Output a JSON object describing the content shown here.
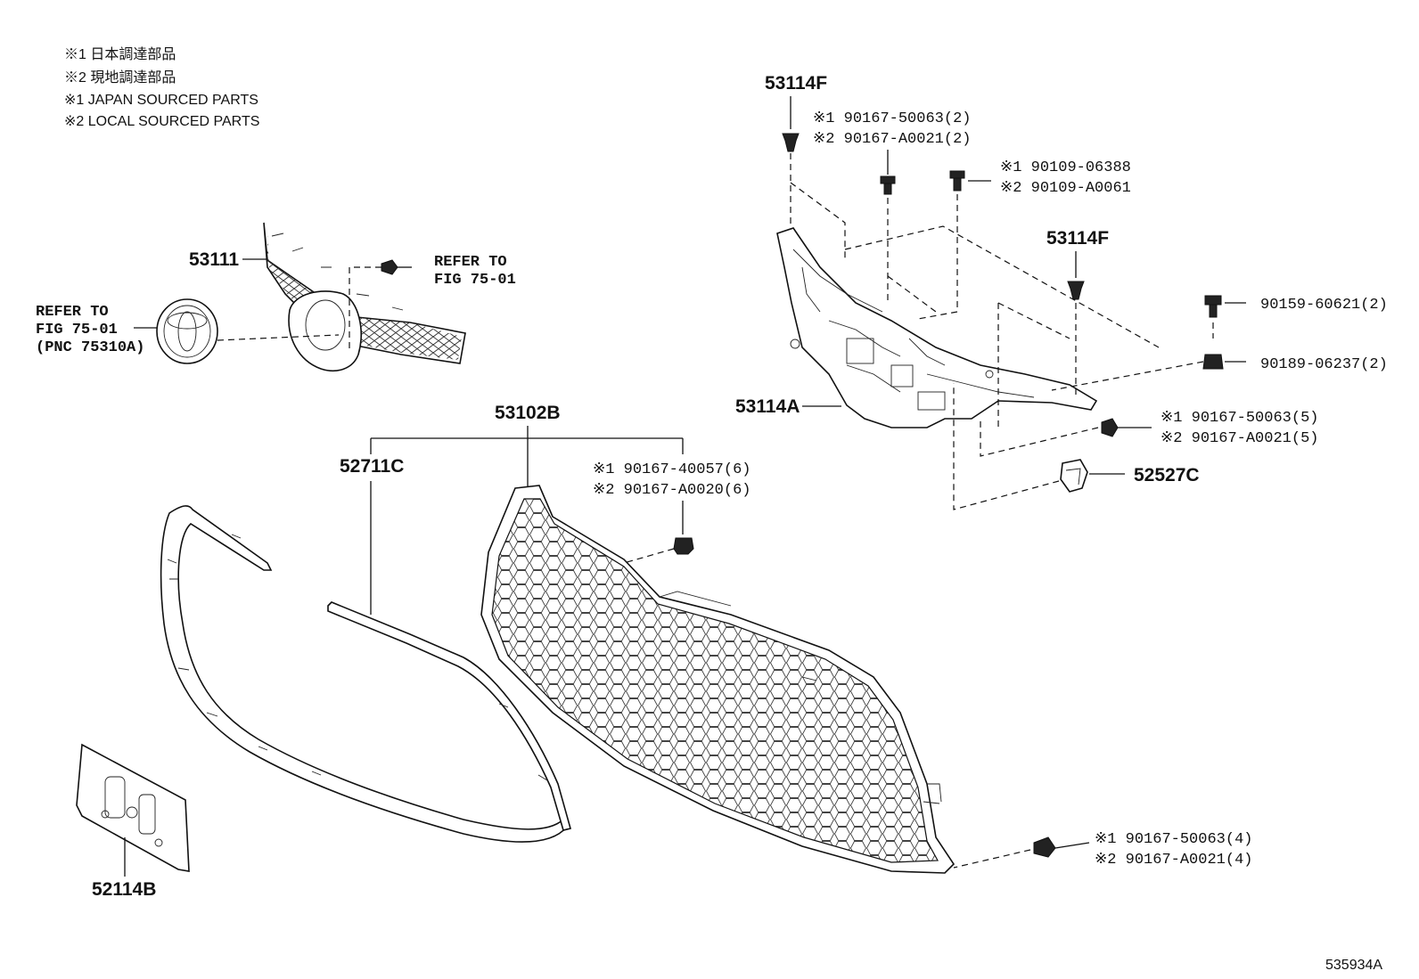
{
  "legend": {
    "line1": "※1 日本調達部品",
    "line2": "※2 現地調達部品",
    "line3": "※1 JAPAN SOURCED PARTS",
    "line4": "※2 LOCAL SOURCED PARTS"
  },
  "labels": {
    "grille_upper": "53111",
    "refer_top_1": "REFER TO",
    "refer_top_2": "FIG 75-01",
    "refer_emblem_1": "REFER TO",
    "refer_emblem_2": "FIG 75-01",
    "refer_emblem_3": "(PNC 75310A)",
    "grille_assy": "53102B",
    "moulding": "52711C",
    "plate_bracket": "52114B",
    "support_top": "53114F",
    "support_mid": "53114F",
    "support_main": "53114A",
    "bracket_small": "52527C"
  },
  "callouts": {
    "clip_top_1": "※1 90167-50063(2)",
    "clip_top_2": "※2 90167-A0021(2)",
    "bolt_1": "※1 90109-06388",
    "bolt_2": "※2 90109-A0061",
    "bolt_right": "90159-60621(2)",
    "nut_right": "90189-06237(2)",
    "clip_mid_1": "※1 90167-50063(5)",
    "clip_mid_2": "※2 90167-A0021(5)",
    "clip_grille_1": "※1 90167-40057(6)",
    "clip_grille_2": "※2 90167-A0020(6)",
    "clip_bottom_1": "※1 90167-50063(4)",
    "clip_bottom_2": "※2 90167-A0021(4)"
  },
  "illustration_id": "535934A"
}
